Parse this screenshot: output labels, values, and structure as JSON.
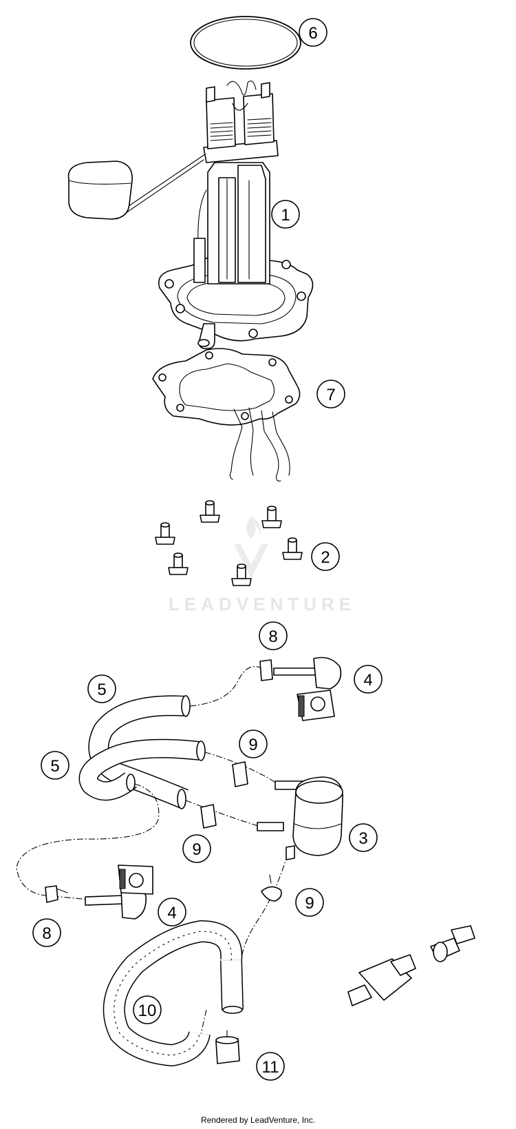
{
  "callouts": [
    {
      "id": "c1",
      "label": "1"
    },
    {
      "id": "c2",
      "label": "2"
    },
    {
      "id": "c3",
      "label": "3"
    },
    {
      "id": "c4a",
      "label": "4"
    },
    {
      "id": "c4b",
      "label": "4"
    },
    {
      "id": "c5a",
      "label": "5"
    },
    {
      "id": "c5b",
      "label": "5"
    },
    {
      "id": "c6",
      "label": "6"
    },
    {
      "id": "c7",
      "label": "7"
    },
    {
      "id": "c8a",
      "label": "8"
    },
    {
      "id": "c8b",
      "label": "8"
    },
    {
      "id": "c9a",
      "label": "9"
    },
    {
      "id": "c9b",
      "label": "9"
    },
    {
      "id": "c9c",
      "label": "9"
    },
    {
      "id": "c10",
      "label": "10"
    },
    {
      "id": "c11",
      "label": "11"
    }
  ],
  "watermark": {
    "text": "LEADVENTURE"
  },
  "footer": {
    "text": "Rendered by LeadVenture, Inc."
  }
}
